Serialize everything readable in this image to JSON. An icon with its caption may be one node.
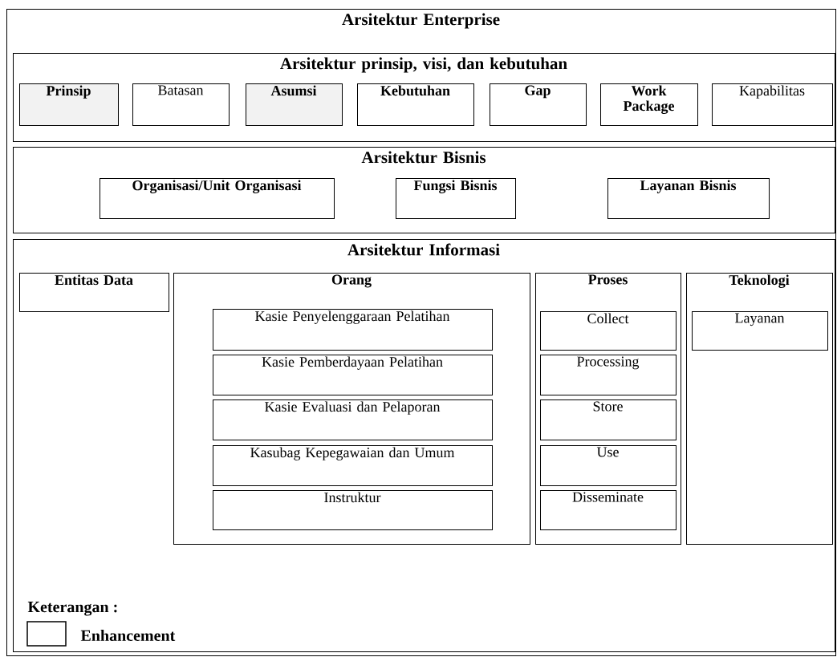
{
  "diagram": {
    "nodes": [
      {
        "text": [
          "Arsitektur Enterprise"
        ]
      },
      {
        "text": [
          "Arsitektur prinsip, visi, dan kebutuhan"
        ],
        "in": 0
      },
      {
        "text": [
          "Prinsip"
        ],
        "in": 1
      },
      {
        "text": [
          "Batasan"
        ],
        "in": 1
      },
      {
        "text": [
          "Asumsi"
        ],
        "in": 1
      },
      {
        "text": [
          "Kebutuhan"
        ],
        "in": 1
      },
      {
        "text": [
          "Gap"
        ],
        "in": 1
      },
      {
        "text": [
          "Work Package"
        ],
        "in": 1
      },
      {
        "text": [
          "Kapabilitas"
        ],
        "in": 1
      },
      {
        "text": [
          "Arsitektur Bisnis"
        ],
        "in": 0
      },
      {
        "text": [
          "Organisasi/Unit Organisasi"
        ],
        "in": 9
      },
      {
        "text": [
          "Fungsi Bisnis"
        ],
        "in": 9
      },
      {
        "text": [
          "Layanan Bisnis"
        ],
        "in": 9
      },
      {
        "text": [
          "Arsitektur Informasi"
        ],
        "in": 0
      },
      {
        "text": [
          "Entitas Data"
        ],
        "in": 13
      },
      {
        "text": [
          "Orang"
        ],
        "in": 13
      },
      {
        "text": [
          "Kasie Penyelenggaraan Pelatihan"
        ],
        "in": 15
      },
      {
        "text": [
          "Kasie Pemberdayaan Pelatihan"
        ],
        "in": 15
      },
      {
        "text": [
          "Kasie Evaluasi dan Pelaporan"
        ],
        "in": 15
      },
      {
        "text": [
          "Kasubag Kepegawaian dan Umum"
        ],
        "in": 15
      },
      {
        "text": [
          "Instruktur"
        ],
        "in": 15
      },
      {
        "text": [
          "Proses"
        ],
        "in": 13
      },
      {
        "text": [
          "Collect"
        ],
        "in": 21
      },
      {
        "text": [
          "Processing"
        ],
        "in": 21
      },
      {
        "text": [
          "Store"
        ],
        "in": 21
      },
      {
        "text": [
          "Use"
        ],
        "in": 21
      },
      {
        "text": [
          "Disseminate"
        ],
        "in": 21
      },
      {
        "text": [
          "Teknologi"
        ],
        "in": 13
      },
      {
        "text": [
          "Layanan"
        ],
        "in": 27
      }
    ],
    "labels": [
      "Keterangan :"
    ],
    "legend": [
      {
        "text": "Enhancement"
      }
    ]
  }
}
